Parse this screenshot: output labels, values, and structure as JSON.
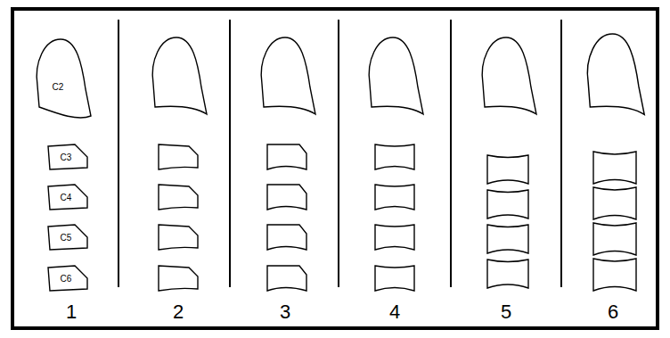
{
  "diagram": {
    "nodes": [
      {
        "text": [
          "C2"
        ]
      },
      {
        "text": [
          "C3"
        ]
      },
      {
        "text": [
          "C4"
        ]
      },
      {
        "text": [
          "C5"
        ]
      },
      {
        "text": [
          "C6"
        ]
      }
    ],
    "labels": [
      "1",
      "2",
      "3",
      "4",
      "5",
      "6"
    ]
  }
}
